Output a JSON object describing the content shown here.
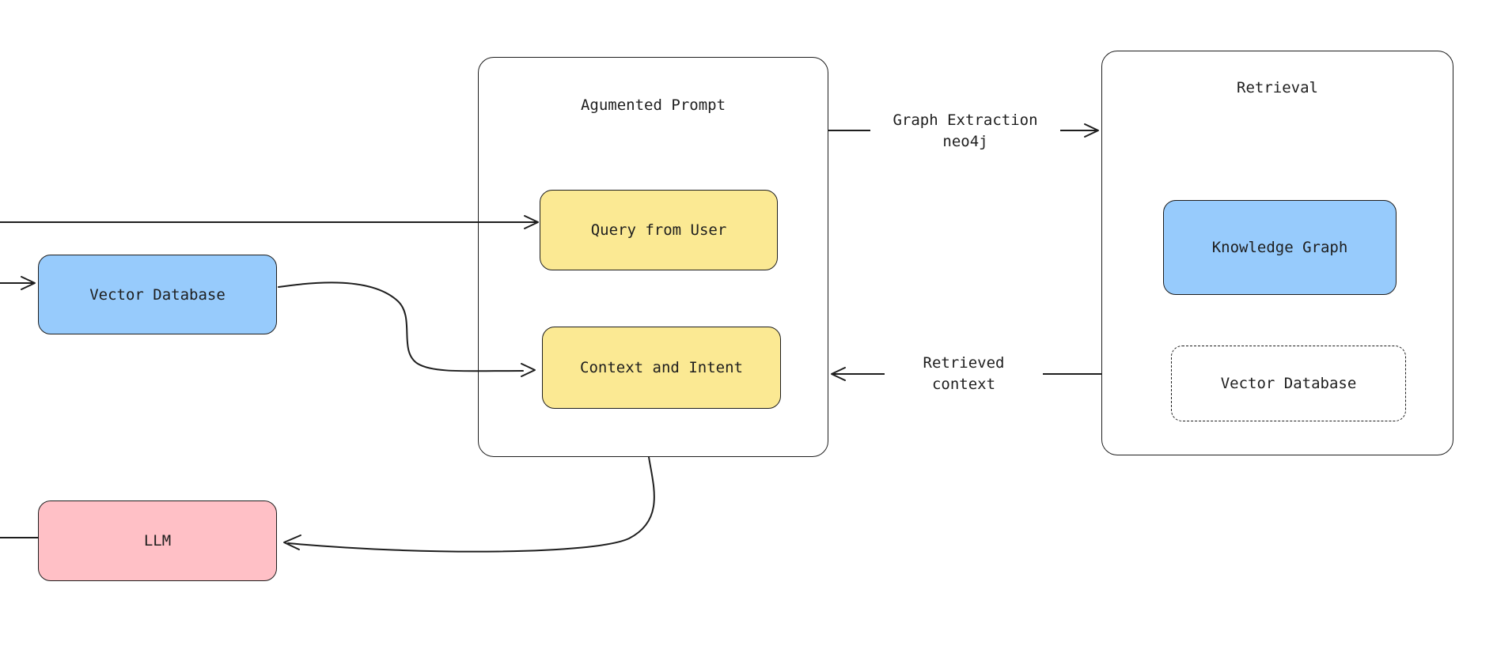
{
  "diagram": {
    "containers": {
      "augmented_prompt": {
        "title": "Agumented Prompt"
      },
      "retrieval": {
        "title": "Retrieval"
      }
    },
    "nodes": {
      "query_from_user": {
        "label": "Query from User",
        "fill": "#fbe993"
      },
      "context_and_intent": {
        "label": "Context and Intent",
        "fill": "#fbe993"
      },
      "vector_database": {
        "label": "Vector Database",
        "fill": "#97cbfc"
      },
      "llm": {
        "label": "LLM",
        "fill": "#ffc0c6"
      },
      "knowledge_graph": {
        "label": "Knowledge Graph",
        "fill": "#97cbfc"
      },
      "vector_database_dashed": {
        "label": "Vector Database",
        "fill": "transparent"
      }
    },
    "edge_labels": {
      "graph_extraction": {
        "line1": "Graph Extraction",
        "line2": "neo4j"
      },
      "retrieved_context": {
        "line1": "Retrieved",
        "line2": "context"
      }
    },
    "colors": {
      "stroke": "#1e1e1e",
      "background": "#ffffff",
      "blue": "#97cbfc",
      "yellow": "#fbe993",
      "pink": "#ffc0c6"
    }
  }
}
